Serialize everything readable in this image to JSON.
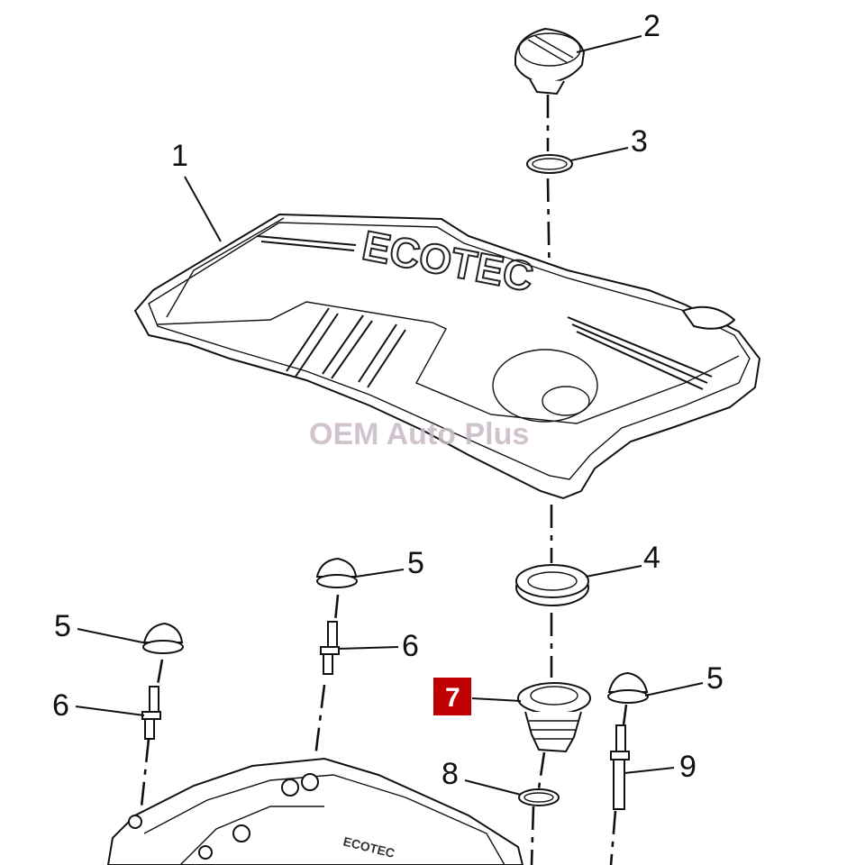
{
  "diagram": {
    "callouts": [
      {
        "id": "1",
        "label": "1",
        "highlighted": false
      },
      {
        "id": "2",
        "label": "2",
        "highlighted": false
      },
      {
        "id": "3",
        "label": "3",
        "highlighted": false
      },
      {
        "id": "4",
        "label": "4",
        "highlighted": false
      },
      {
        "id": "5a",
        "label": "5",
        "highlighted": false
      },
      {
        "id": "5b",
        "label": "5",
        "highlighted": false
      },
      {
        "id": "5c",
        "label": "5",
        "highlighted": false
      },
      {
        "id": "6a",
        "label": "6",
        "highlighted": false
      },
      {
        "id": "6b",
        "label": "6",
        "highlighted": false
      },
      {
        "id": "7",
        "label": "7",
        "highlighted": true
      },
      {
        "id": "8",
        "label": "8",
        "highlighted": false
      },
      {
        "id": "9",
        "label": "9",
        "highlighted": false
      }
    ],
    "cover_emboss": "ECOTEC",
    "manifold_emboss": "ECOTEC",
    "watermark": "OEM Auto Plus",
    "highlight_color": "#c00000"
  }
}
